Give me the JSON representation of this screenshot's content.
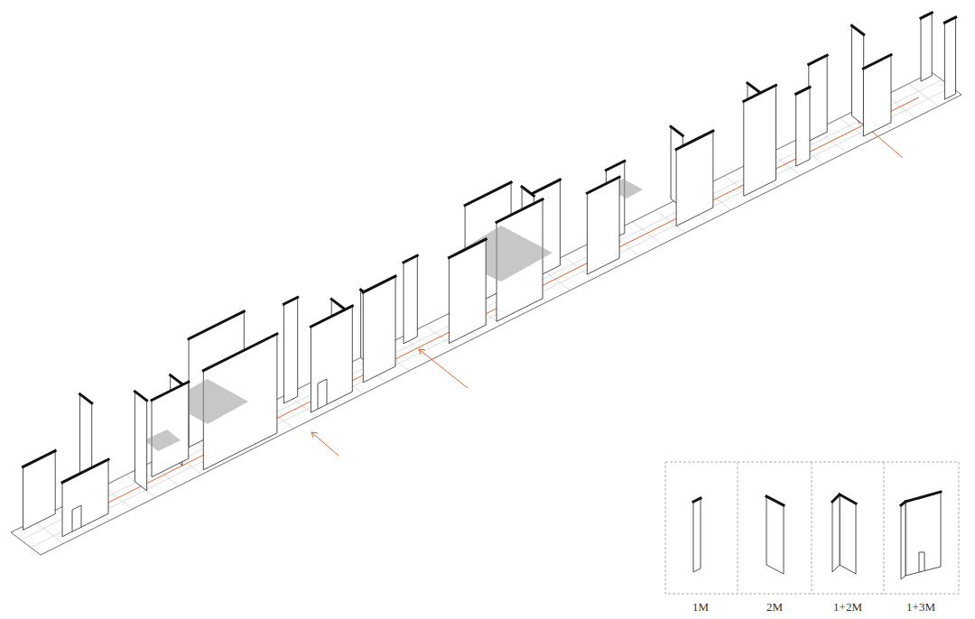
{
  "diagram": {
    "legend": [
      {
        "text": "1M"
      },
      {
        "text": "2M"
      },
      {
        "text": "1+2M"
      },
      {
        "text": "1+3M"
      }
    ]
  }
}
